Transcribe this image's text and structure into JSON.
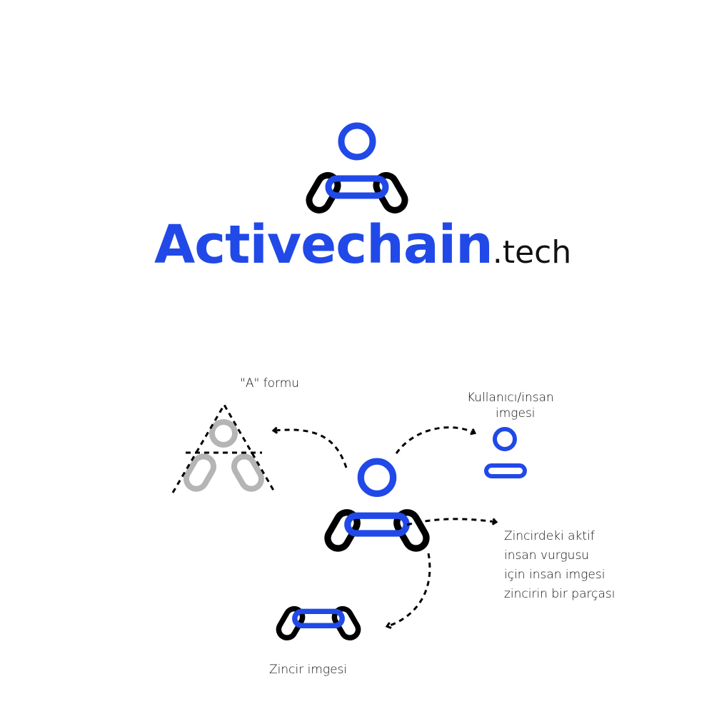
{
  "brand": {
    "name": "Activechain",
    "tld": ".tech"
  },
  "labels": {
    "a_form": "\"A\" formu",
    "user_line1": "Kullanıcı/insan",
    "user_line2": "imgesi",
    "active_lines": [
      "Zincirdeki aktif",
      "insan vurgusu",
      "için insan imgesi",
      "zincirin bir parçası"
    ],
    "chain": "Zincir imgesi"
  },
  "colors": {
    "blue": "#2149e8",
    "black": "#000000",
    "grey": "#b5b5b5"
  }
}
